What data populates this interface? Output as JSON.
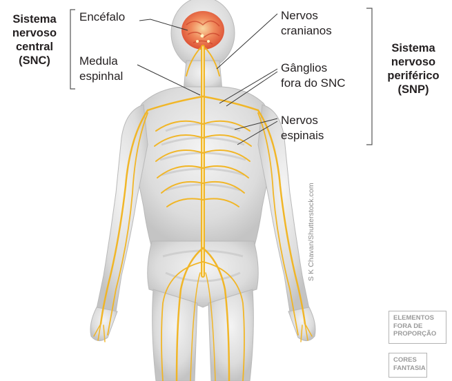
{
  "central_group": {
    "lines": [
      "Sistema",
      "nervoso",
      "central",
      "(SNC)"
    ]
  },
  "peripheral_group": {
    "lines": [
      "Sistema",
      "nervoso",
      "periférico",
      "(SNP)"
    ]
  },
  "labels": {
    "encefalo": [
      "Encéfalo"
    ],
    "medula": [
      "Medula",
      "espinhal"
    ],
    "nervos_cranianos": [
      "Nervos",
      "cranianos"
    ],
    "ganglios": [
      "Gânglios",
      "fora do SNC"
    ],
    "nervos_espinais": [
      "Nervos",
      "espinais"
    ]
  },
  "credit": "S K Chavan/Shutterstock.com",
  "badges": {
    "proporcao": [
      "ELEMENTOS",
      "FORA DE",
      "PROPORÇÃO"
    ],
    "cores": [
      "CORES",
      "FANTASIA"
    ]
  },
  "colors": {
    "nerve": "#f2b41e",
    "brain": "#e8573c",
    "body": "#d9d9d9",
    "text": "#231f20"
  }
}
